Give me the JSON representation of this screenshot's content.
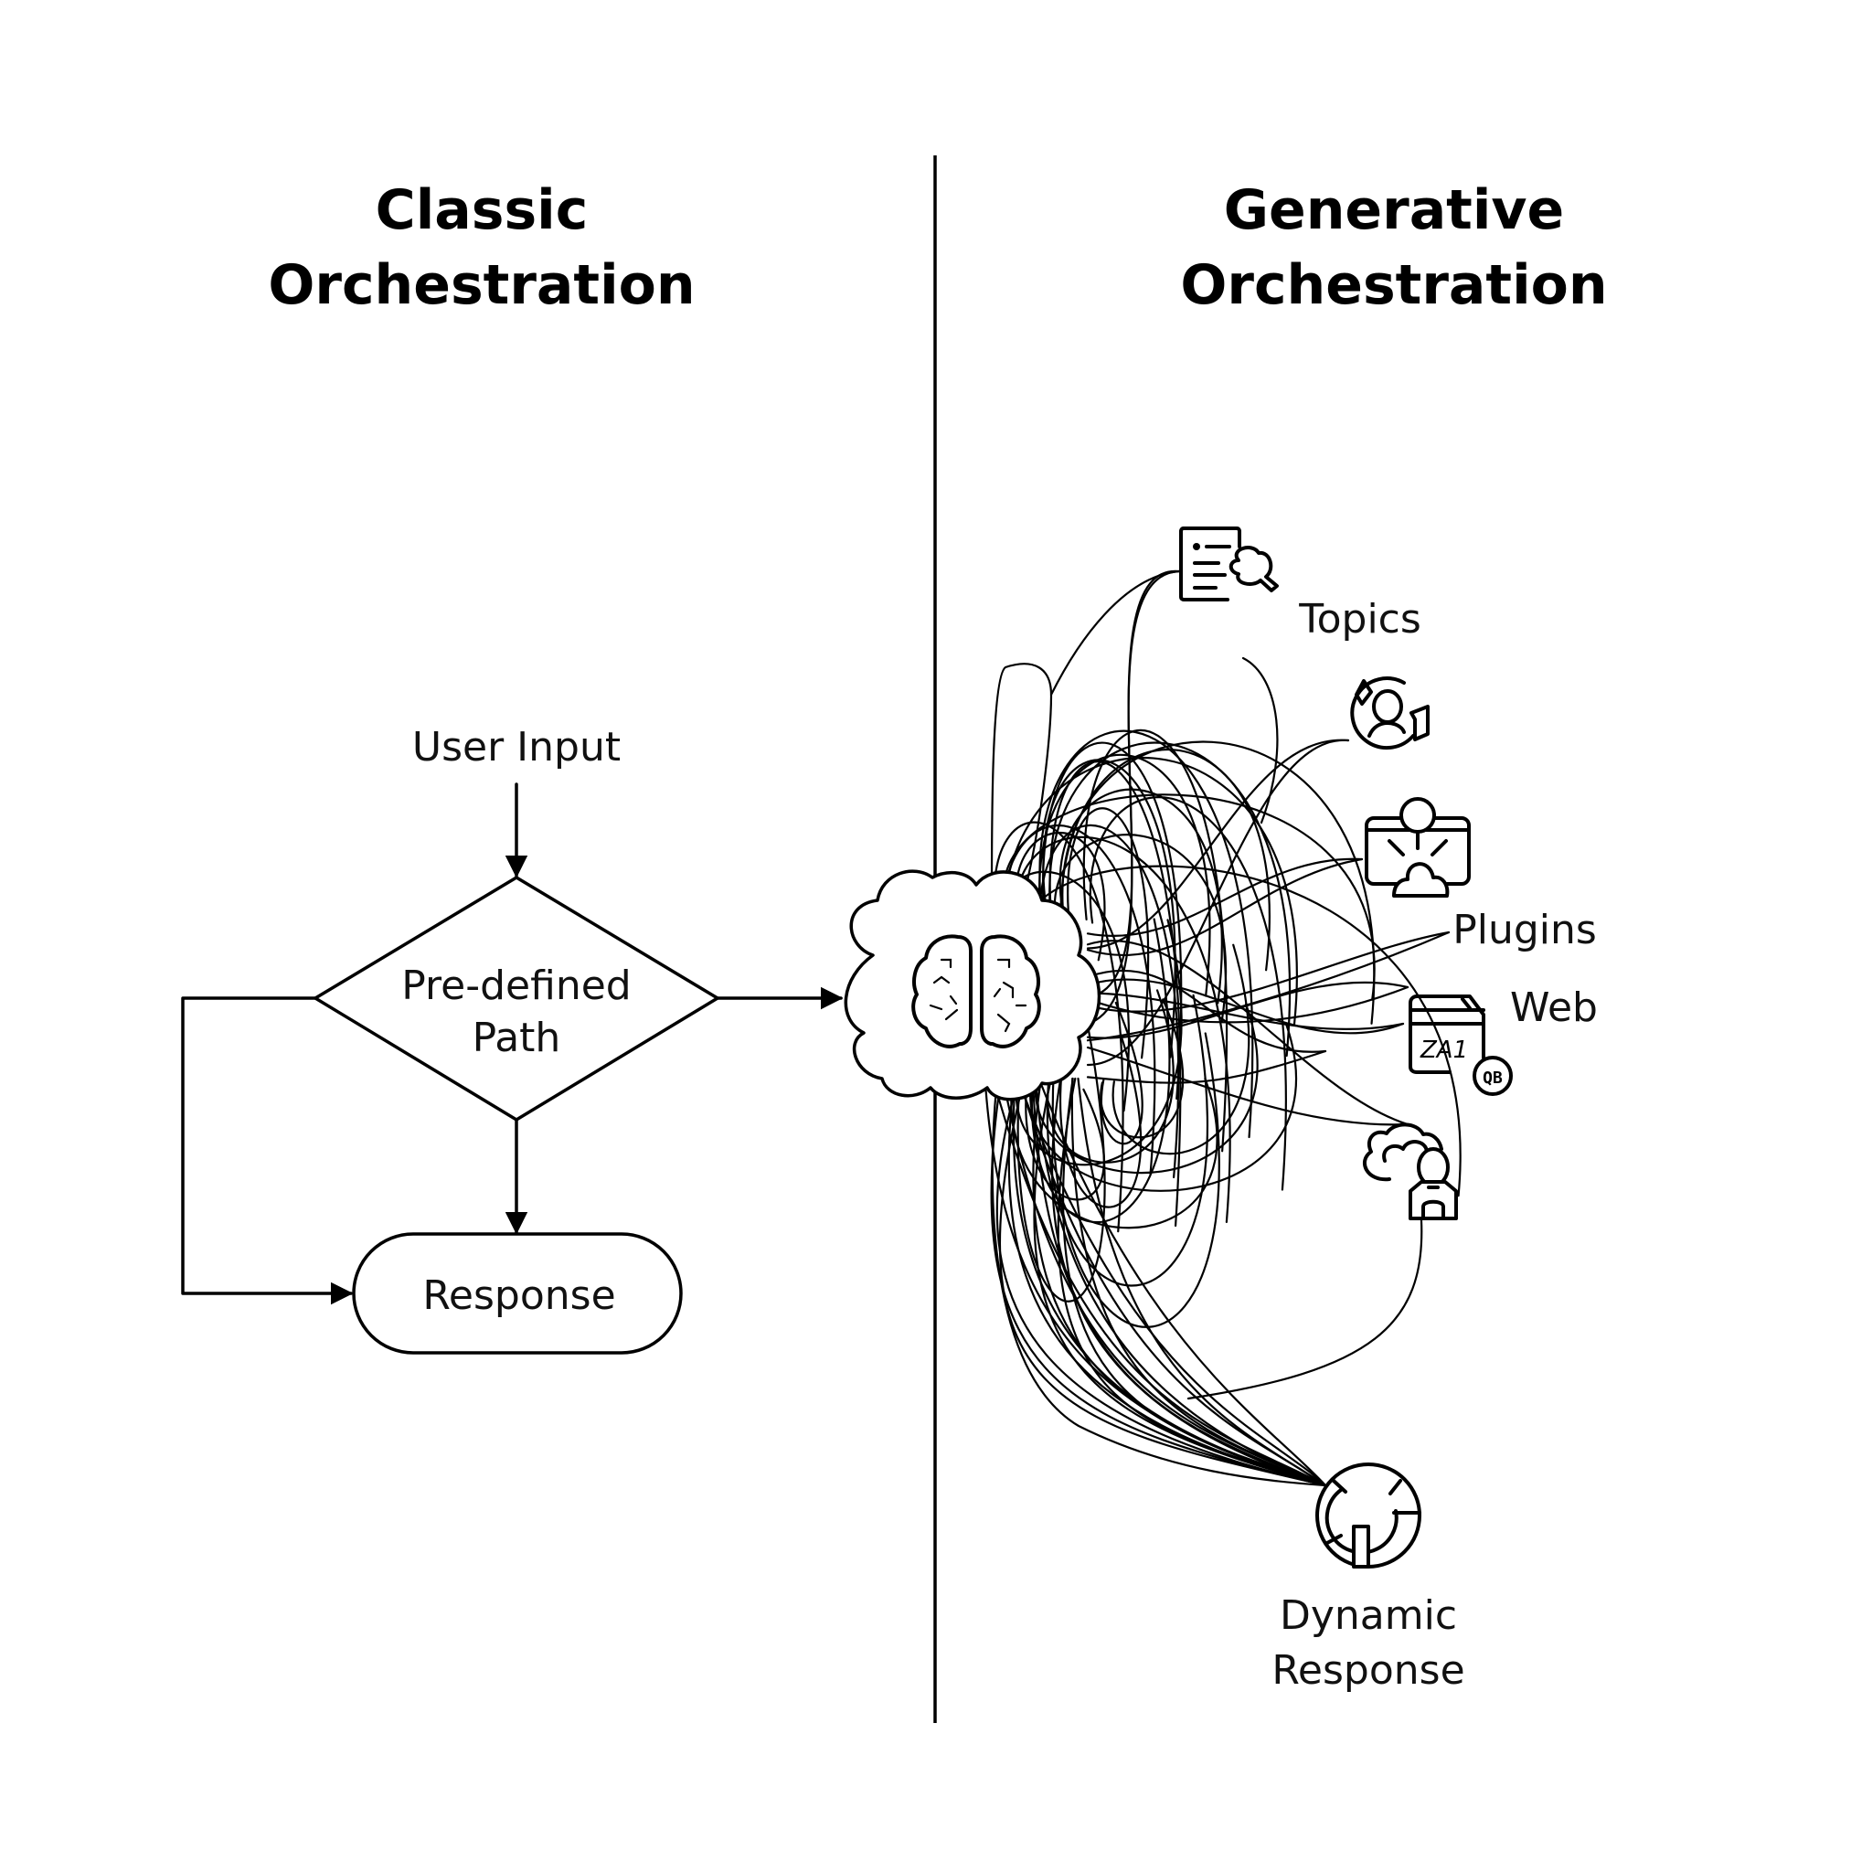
{
  "classic": {
    "title_line1": "Classic",
    "title_line2": "Orchestration",
    "nodes": {
      "input": "User Input",
      "decision_line1": "Pre-defined",
      "decision_line2": "Path",
      "response": "Response"
    }
  },
  "generative": {
    "title_line1": "Generative",
    "title_line2": "Orchestration",
    "hub_icon": "brain-cloud-icon",
    "sources": [
      {
        "label": "Topics",
        "icon": "document-search-icon"
      },
      {
        "label": "",
        "icon": "person-refresh-icon"
      },
      {
        "label": "Plugins",
        "icon": "plugin-window-icon"
      },
      {
        "label": "Web",
        "icon": "web-browser-icon",
        "icon_text": "ZA1",
        "badge_text": "QB"
      },
      {
        "label": "",
        "icon": "cloud-person-icon"
      }
    ],
    "output": {
      "label_line1": "Dynamic",
      "label_line2": "Response",
      "icon": "dynamic-response-icon"
    }
  },
  "colors": {
    "stroke": "#000000",
    "background": "#ffffff"
  }
}
